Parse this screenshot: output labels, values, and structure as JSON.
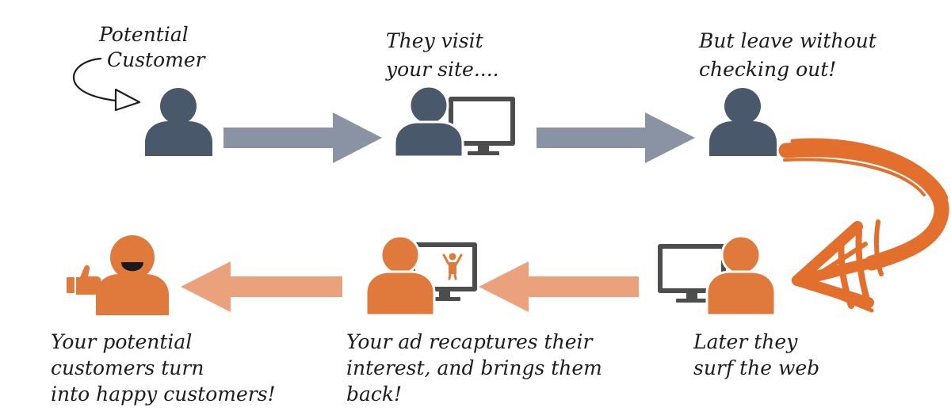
{
  "colors": {
    "person_dark": "#4a586c",
    "person_orange": "#e07a3c",
    "monitor": "#4d4d4d",
    "arrow_gray": "#8a93a3",
    "arrow_orange": "#eba27c",
    "curve_orange": "#e36f2d",
    "text": "#1c1c1c"
  },
  "steps": [
    {
      "label_lines": [
        "Potential",
        "Customer"
      ],
      "icon": "person-icon"
    },
    {
      "label_lines": [
        "They visit",
        "your site...."
      ],
      "icon": "person-with-monitor-icon"
    },
    {
      "label_lines": [
        "But leave without",
        "checking out!"
      ],
      "icon": "person-icon"
    },
    {
      "label_lines": [
        "Later they",
        "surf the web"
      ],
      "icon": "person-with-monitor-icon"
    },
    {
      "label_lines": [
        "Your ad recaptures their",
        "interest, and brings them",
        "back!"
      ],
      "icon": "person-with-ad-monitor-icon"
    },
    {
      "label_lines": [
        "Your potential",
        "customers turn",
        "into happy customers!"
      ],
      "icon": "happy-person-thumbs-up-icon"
    }
  ]
}
